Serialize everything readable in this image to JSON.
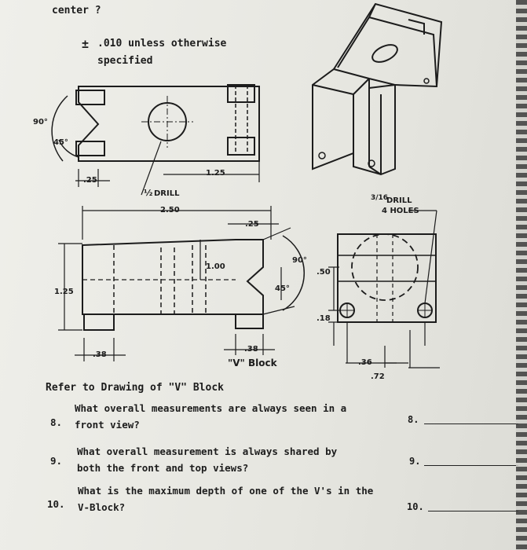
{
  "header": {
    "top_text": "center ?"
  },
  "tolerance": {
    "symbol": "±",
    "line1": ".010 unless otherwise",
    "line2": "specified"
  },
  "drawing": {
    "top_view": {
      "angle_90": "90°",
      "angle_45": "45°",
      "dim_25": ".25",
      "dim_125": "1.25",
      "drill_prefix": "½",
      "drill_label": "DRILL"
    },
    "front_view": {
      "overall_width": "2.50",
      "dim_25": ".25",
      "height": "1.25",
      "dim_100": "1.00",
      "angle_90": "90°",
      "angle_45": "45°",
      "dim_38_left": ".38",
      "dim_38_bottom": ".38"
    },
    "side_view": {
      "drill_frac": "3/16",
      "drill_label": "DRILL",
      "holes_label": "4 HOLES",
      "dim_50": ".50",
      "dim_18": ".18",
      "dim_36": ".36",
      "dim_72": ".72"
    },
    "caption": "\"V\" Block"
  },
  "refer_text": "Refer to Drawing of \"V\" Block",
  "questions": [
    {
      "num": "8.",
      "line1": "What overall measurements are always seen in a",
      "line2": "front view?",
      "answer_label": "8."
    },
    {
      "num": "9.",
      "line1": "What overall measurement is always shared by",
      "line2": "both the front and top views?",
      "answer_label": "9."
    },
    {
      "num": "10.",
      "line1": "What is the maximum depth of one of the V's in the",
      "line2": "V-Block?",
      "answer_label": "10."
    }
  ]
}
